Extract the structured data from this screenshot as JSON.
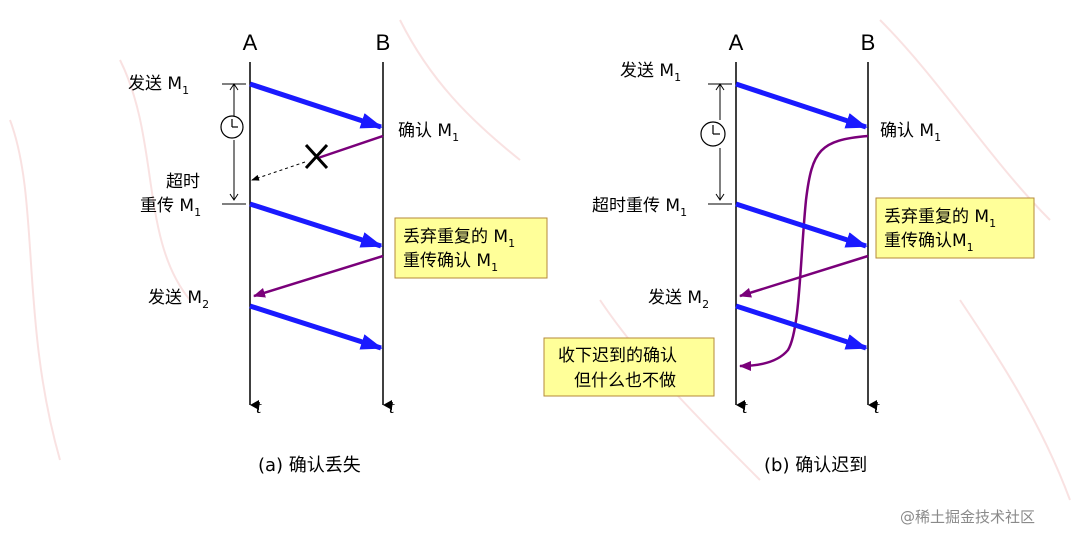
{
  "watermark": "@稀土掘金技术社区",
  "panel_a": {
    "node_a": "A",
    "node_b": "B",
    "send_m1": "发送 M",
    "send_m1_sub": "1",
    "ack_m1": "确认 M",
    "ack_m1_sub": "1",
    "timeout_line1": "超时",
    "timeout_line2": "重传 M",
    "timeout_sub": "1",
    "note_line1": "丢弃重复的 M",
    "note_line1_sub": "1",
    "note_line2": "重传确认 M",
    "note_line2_sub": "1",
    "send_m2": "发送 M",
    "send_m2_sub": "2",
    "t_a": "t",
    "t_b": "t",
    "caption": "(a) 确认丢失"
  },
  "panel_b": {
    "node_a": "A",
    "node_b": "B",
    "send_m1": "发送 M",
    "send_m1_sub": "1",
    "ack_m1": "确认 M",
    "ack_m1_sub": "1",
    "timeout": "超时重传 M",
    "timeout_sub": "1",
    "note_line1": "丢弃重复的 M",
    "note_line1_sub": "1",
    "note_line2": "重传确认M",
    "note_line2_sub": "1",
    "send_m2": "发送 M",
    "send_m2_sub": "2",
    "late_line1": "收下迟到的确认",
    "late_line2": "但什么也不做",
    "t_a": "t",
    "t_b": "t",
    "caption": "(b) 确认迟到"
  },
  "colors": {
    "data_arrow": "#1a1aff",
    "ack_arrow": "#7a007a",
    "note_fill": "#ffff99",
    "x_mark": "#000000"
  },
  "icons": [
    "clock-icon",
    "lost-x-icon"
  ]
}
